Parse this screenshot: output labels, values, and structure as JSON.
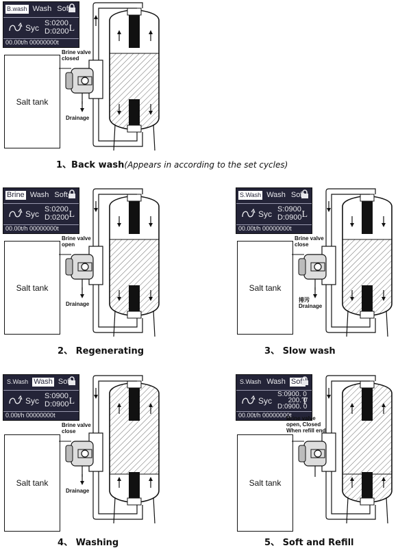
{
  "panels": [
    {
      "tabs": [
        {
          "label": "B.wash",
          "active": true,
          "small": true
        },
        {
          "label": "Wash",
          "active": false
        },
        {
          "label": "Soft",
          "active": false
        }
      ],
      "syc": "Syc",
      "s_line": "S:0200",
      "d_line": "D:0200",
      "extra_line": "",
      "unit": "L",
      "footer": "00.00t/h  00000000t",
      "salt_tank": "Salt tank",
      "brine_label": "Brine valve closed",
      "drainage_label": "Drainage",
      "drainage_prefix": "",
      "caption_main": "1、Back wash",
      "caption_sub": "(Appears in according to the set cycles)"
    },
    {
      "tabs": [
        {
          "label": "Brine",
          "active": true
        },
        {
          "label": "Wash",
          "active": false
        },
        {
          "label": "Soft",
          "active": false
        }
      ],
      "syc": "Syc",
      "s_line": "S:0200",
      "d_line": "D:0200",
      "extra_line": "",
      "unit": "L",
      "footer": "00.00t/h  00000000t",
      "salt_tank": "Salt tank",
      "brine_label": "Brine valve open",
      "drainage_label": "Drainage",
      "drainage_prefix": "",
      "caption_main": "2、 Regenerating",
      "caption_sub": ""
    },
    {
      "tabs": [
        {
          "label": "S.Wash",
          "active": true,
          "small": true
        },
        {
          "label": "Wash",
          "active": false
        },
        {
          "label": "Soft",
          "active": false
        }
      ],
      "syc": "Syc",
      "s_line": "S:0900",
      "d_line": "D:0900",
      "extra_line": "",
      "unit": "L",
      "footer": "00.00t/h  00000000t",
      "salt_tank": "Salt tank",
      "brine_label": "Brine valve close",
      "drainage_label": "Drainage",
      "drainage_prefix": "排污",
      "caption_main": "3、 Slow wash",
      "caption_sub": ""
    },
    {
      "tabs": [
        {
          "label": "S.Wash",
          "active": false,
          "small": true
        },
        {
          "label": "Wash",
          "active": true
        },
        {
          "label": "Soft",
          "active": false
        }
      ],
      "syc": "Syc",
      "s_line": "S:0900",
      "d_line": "D:0900",
      "extra_line": "",
      "unit": "L",
      "footer": "0.00t/h  00000000t",
      "salt_tank": "Salt tank",
      "brine_label": "Brine valve close",
      "drainage_label": "Drainage",
      "drainage_prefix": "",
      "caption_main": "4、 Washing",
      "caption_sub": ""
    },
    {
      "tabs": [
        {
          "label": "S.Wash",
          "active": false,
          "small": true
        },
        {
          "label": "Wash",
          "active": false
        },
        {
          "label": "Soft",
          "active": true
        }
      ],
      "syc": "Syc",
      "s_line": "S:0900. 0",
      "d_line": "D:0900. 0",
      "extra_line": "200. 0",
      "unit": "T",
      "footer": "00.00t/h  00000000t",
      "salt_tank": "Salt tank",
      "brine_label": "Brine valve open, Closed When refill end",
      "drainage_label": "",
      "drainage_prefix": "",
      "caption_main": "5、 Soft and Refill",
      "caption_sub": ""
    }
  ]
}
